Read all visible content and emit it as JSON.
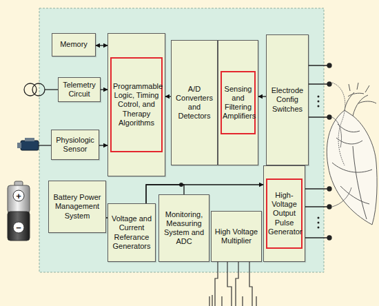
{
  "diagram": {
    "nodes": [
      {
        "text": [
          "Memory"
        ]
      },
      {
        "text": [
          "Programmable Logic, Timing Cotrol, and Therapy Algorithms"
        ]
      },
      {
        "text": [
          "A/D Converters and Detectors"
        ]
      },
      {
        "text": [
          "Sensing and Filtering Amplifiers"
        ]
      },
      {
        "text": [
          "Electrode Config Switches"
        ]
      },
      {
        "text": [
          "Telemetry Circuit"
        ]
      },
      {
        "text": [
          "Physiologic Sensor"
        ]
      },
      {
        "text": [
          "Battery Power Management System"
        ]
      },
      {
        "text": [
          "Voltage and Current Referance Generators"
        ]
      },
      {
        "text": [
          "Monitoring, Measuring System and ADC"
        ]
      },
      {
        "text": [
          "High Voltage Multiplier"
        ]
      },
      {
        "text": [
          "High-Voltage Output Pulse Generator"
        ]
      }
    ],
    "edges": [
      {
        "from": 0,
        "to": 1,
        "arrow": "both"
      },
      {
        "from": 5,
        "to": 1,
        "arrow": "to"
      },
      {
        "from": 6,
        "to": 1,
        "arrow": "to"
      },
      {
        "from": 2,
        "to": 1,
        "arrow": "to"
      },
      {
        "from": 3,
        "to": 2,
        "arrow": "to"
      },
      {
        "from": 4,
        "to": 3,
        "arrow": "to"
      },
      {
        "from": 7,
        "to": 8,
        "arrow": "none"
      },
      {
        "from": 8,
        "to": 11,
        "arrow": "to"
      },
      {
        "from": 8,
        "to": 9,
        "arrow": "none"
      }
    ],
    "labels": [
      "+",
      "−"
    ]
  }
}
